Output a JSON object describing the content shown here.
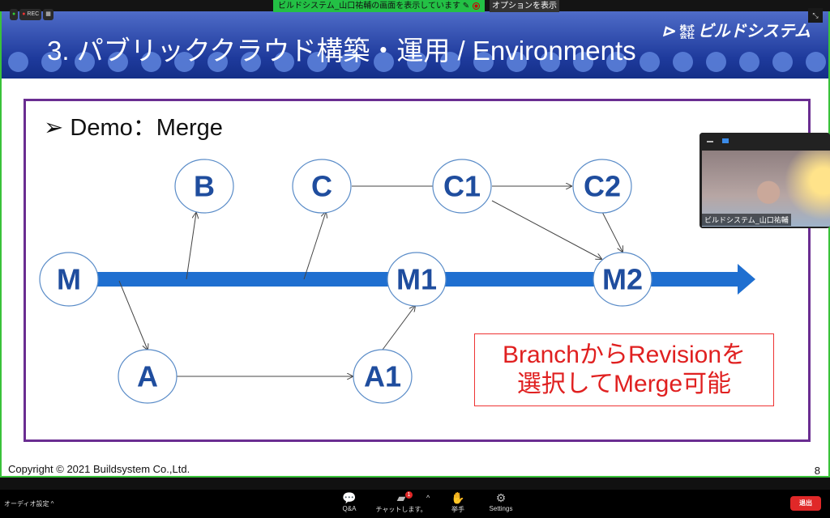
{
  "zoom": {
    "share_banner": "ビルドシステム_山口祐輔の画面を表示しています",
    "options_label": "オプションを表示",
    "rec_label": "REC",
    "audio_settings": "オーディオ設定",
    "toolbar": [
      {
        "label": "Q&A",
        "icon": "qa-icon"
      },
      {
        "label": "チャットします。",
        "icon": "chat-icon",
        "badge": "1"
      },
      {
        "label": "挙手",
        "icon": "raise-hand-icon"
      },
      {
        "label": "Settings",
        "icon": "gear-icon"
      }
    ],
    "leave_label": "退出",
    "video_name": "ビルドシステム_山口祐輔"
  },
  "slide": {
    "title": "3. パブリッククラウド構築・運用 / Environments",
    "logo_small": "株式会社",
    "logo": "ビルドシステム",
    "demo_bullet": "➢",
    "demo_title": "Demo：Merge",
    "nodes": {
      "B": "B",
      "C": "C",
      "C1": "C1",
      "C2": "C2",
      "M": "M",
      "M1": "M1",
      "M2": "M2",
      "A": "A",
      "A1": "A1"
    },
    "note_line1": "BranchからRevisionを",
    "note_line2": "選択してMerge可能",
    "copyright": "Copyright © 2021 Buildsystem Co.,Ltd.",
    "page_number": "8"
  },
  "colors": {
    "accent_blue": "#1f6fd0",
    "frame_purple": "#6a2d91",
    "note_red": "#e02020"
  }
}
